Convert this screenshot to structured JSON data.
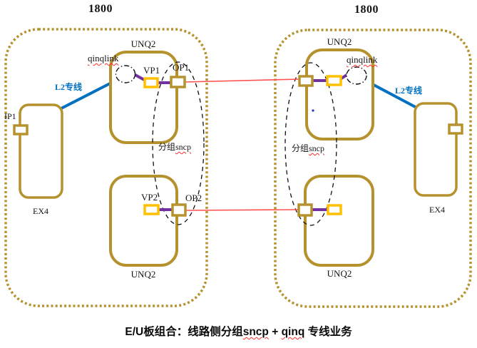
{
  "device_left": {
    "title": "1800",
    "boards": {
      "unq2_top": "UNQ2",
      "unq2_bottom": "UNQ2",
      "ex4": "EX4"
    },
    "ports": {
      "ip1": "IP1",
      "vp1": "VP1",
      "op1": "OP1",
      "vp2": "VP2",
      "op2": "OP2"
    },
    "labels": {
      "qinqlink": "qinqlink",
      "sncp_prefix": "分组",
      "sncp_word": "sncp",
      "l2_line": "L2专线"
    }
  },
  "device_right": {
    "title": "1800",
    "boards": {
      "unq2_top": "UNQ2",
      "unq2_bottom": "UNQ2",
      "ex4": "EX4"
    },
    "labels": {
      "qinqlink": "qinqlink",
      "sncp_prefix": "分组",
      "sncp_word": "sncp",
      "l2_line": "L2专线"
    }
  },
  "caption": {
    "segments": [
      {
        "text": "E/U板组合：线路侧分组",
        "wavy": false
      },
      {
        "text": "sncp",
        "wavy": true
      },
      {
        "text": " + ",
        "wavy": false
      },
      {
        "text": "qinq",
        "wavy": true
      },
      {
        "text": " 专线业务",
        "wavy": false
      }
    ]
  },
  "colors": {
    "board_outline": "#B6922E",
    "port_yellow": "#FFC000",
    "link_purple": "#7030A0",
    "line_blue": "#0070C0",
    "line_red": "#FF5050",
    "spellcheck_red": "#FF2A2A"
  }
}
